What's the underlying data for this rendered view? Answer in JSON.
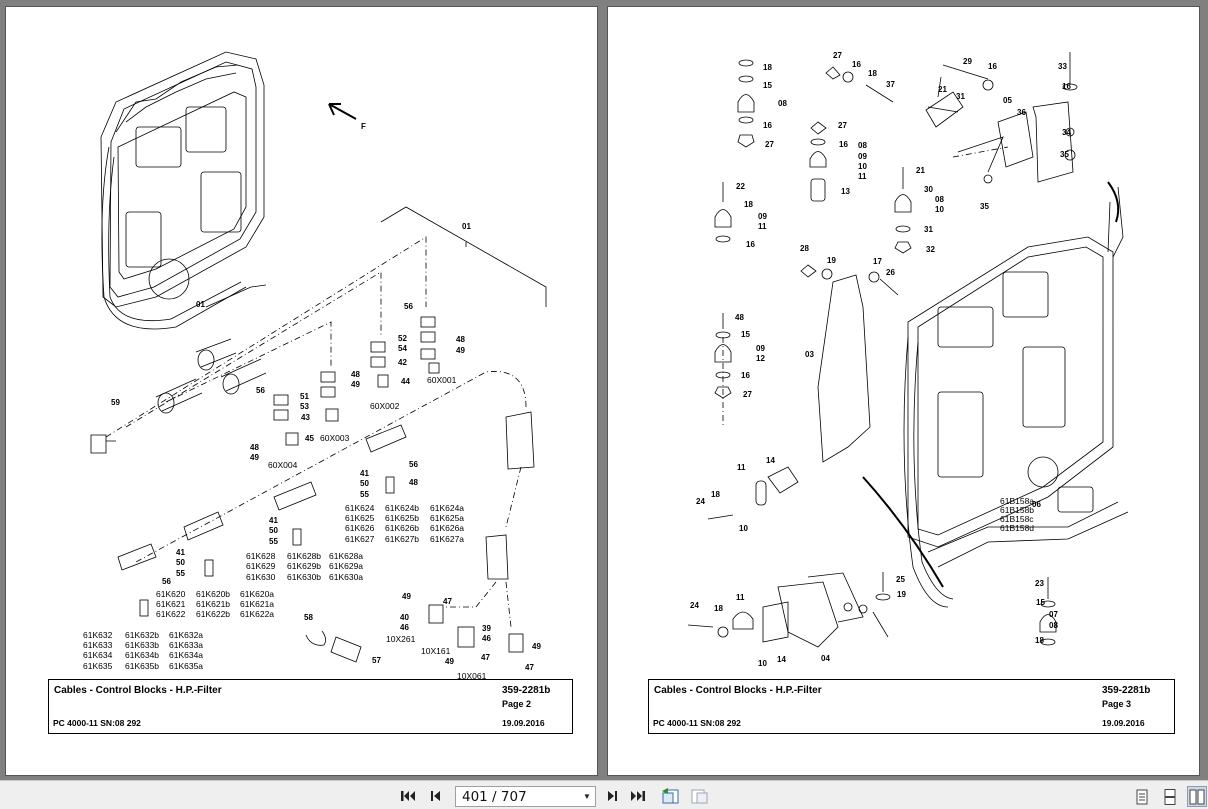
{
  "left_page": {
    "labels": [
      "01",
      "01",
      "59",
      "56",
      "51",
      "53",
      "43",
      "45",
      "52",
      "54",
      "42",
      "56",
      "48",
      "49",
      "48",
      "49",
      "44",
      "60X001",
      "60X002",
      "60X003",
      "60X004",
      "48",
      "49",
      "41",
      "50",
      "55",
      "56",
      "48",
      "41",
      "50",
      "55",
      "41",
      "50",
      "55",
      "56",
      "61K624",
      "61K625",
      "61K626",
      "61K627",
      "61K624b",
      "61K625b",
      "61K626b",
      "61K627b",
      "61K624a",
      "61K625a",
      "61K626a",
      "61K627a",
      "61K628",
      "61K629",
      "61K630",
      "61K628b",
      "61K629b",
      "61K630b",
      "61K628a",
      "61K629a",
      "61K630a",
      "61K620",
      "61K621",
      "61K622",
      "61K620b",
      "61K621b",
      "61K622b",
      "61K620a",
      "61K621a",
      "61K622a",
      "61K632",
      "61K633",
      "61K634",
      "61K635",
      "61K632b",
      "61K633b",
      "61K634b",
      "61K635b",
      "61K632a",
      "61K633a",
      "61K634a",
      "61K635a",
      "58",
      "57",
      "49",
      "47",
      "40",
      "46",
      "10X261",
      "39",
      "46",
      "49",
      "47",
      "10X161",
      "49",
      "47",
      "10X061",
      "F"
    ],
    "title": "Cables - Control Blocks - H.P.-Filter",
    "doc_number": "359-2281b",
    "page_label": "Page 2",
    "model": "PC 4000-11 SN:08 292",
    "date": "19.09.2016"
  },
  "right_page": {
    "labels": [
      "18",
      "15",
      "08",
      "16",
      "27",
      "27",
      "16",
      "18",
      "37",
      "29",
      "16",
      "21",
      "31",
      "05",
      "36",
      "33",
      "16",
      "34",
      "35",
      "16",
      "27",
      "08",
      "09",
      "10",
      "11",
      "13",
      "21",
      "30",
      "08",
      "10",
      "35",
      "22",
      "18",
      "09",
      "11",
      "16",
      "31",
      "32",
      "28",
      "19",
      "17",
      "26",
      "03",
      "48",
      "15",
      "09",
      "12",
      "16",
      "27",
      "14",
      "11",
      "24",
      "18",
      "10",
      "61B158a",
      "61B158b",
      "61B158c",
      "61B158d",
      "06",
      "25",
      "19",
      "24",
      "18",
      "11",
      "10",
      "14",
      "04",
      "23",
      "15",
      "07",
      "08",
      "18"
    ],
    "title": "Cables - Control Blocks - H.P.-Filter",
    "doc_number": "359-2281b",
    "page_label": "Page 3",
    "model": "PC 4000-11 SN:08 292",
    "date": "19.09.2016"
  },
  "toolbar": {
    "page_indicator": "401 / 707",
    "icons": [
      "first-page-icon",
      "prev-page-icon",
      "dropdown-arrow-icon",
      "next-page-icon",
      "last-page-icon",
      "go-back-view-icon",
      "go-forward-view-icon",
      "single-page-view-icon",
      "continuous-view-icon",
      "two-page-view-icon"
    ]
  }
}
